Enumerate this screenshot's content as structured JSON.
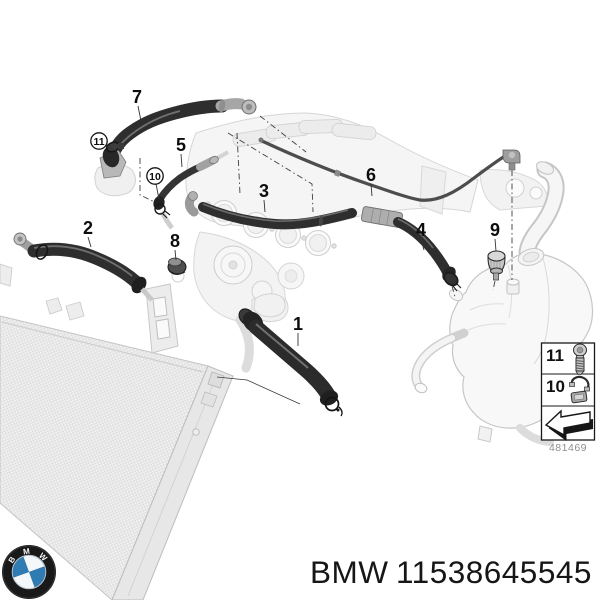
{
  "page": {
    "background": "#ffffff"
  },
  "diagram": {
    "callouts": [
      {
        "label": "1",
        "circled": false
      },
      {
        "label": "2",
        "circled": false
      },
      {
        "label": "3",
        "circled": false
      },
      {
        "label": "4",
        "circled": false
      },
      {
        "label": "5",
        "circled": false
      },
      {
        "label": "6",
        "circled": false
      },
      {
        "label": "7",
        "circled": false
      },
      {
        "label": "8",
        "circled": false
      },
      {
        "label": "9",
        "circled": false
      },
      {
        "label": "10",
        "circled": true
      },
      {
        "label": "11",
        "circled": true
      }
    ],
    "legend": {
      "rows": [
        {
          "label": "11",
          "icon": "screw-icon"
        },
        {
          "label": "10",
          "icon": "clamp-icon"
        }
      ],
      "arrow_icon": "direction-arrow-icon",
      "drawing_number": "481469"
    },
    "style": {
      "hose_color": "#2e2e2e",
      "metal_color": "#a6a6a6",
      "ghost_color": "#d6d6d6"
    }
  },
  "footer": {
    "brand": "BMW",
    "part_number": "11538645545",
    "logo": {
      "letters": [
        "B",
        "M",
        "W"
      ],
      "ring_color": "#191919",
      "blue": "#2f7cb5"
    }
  }
}
